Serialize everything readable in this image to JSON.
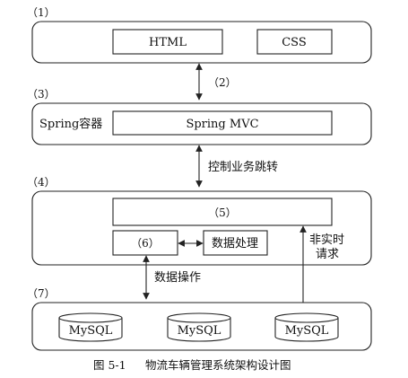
{
  "layers": {
    "l1": {
      "label": "（1）",
      "html": "HTML",
      "css": "CSS"
    },
    "l2": {
      "label": "（2）"
    },
    "l3": {
      "label": "（3）",
      "container": "Spring容器",
      "mvc": "Spring MVC"
    },
    "link34": {
      "label": "控制业务跳转"
    },
    "l4": {
      "label": "（4）",
      "box5": "（5）",
      "box6": "（6）",
      "process": "数据处理",
      "nonrt1": "非实时",
      "nonrt2": "请求"
    },
    "link47": {
      "label": "数据操作"
    },
    "l7": {
      "label": "（7）",
      "db1": "MySQL",
      "db2": "MySQL",
      "db3": "MySQL"
    }
  },
  "caption": {
    "number": "图 5-1",
    "title": "物流车辆管理系统架构设计图"
  }
}
